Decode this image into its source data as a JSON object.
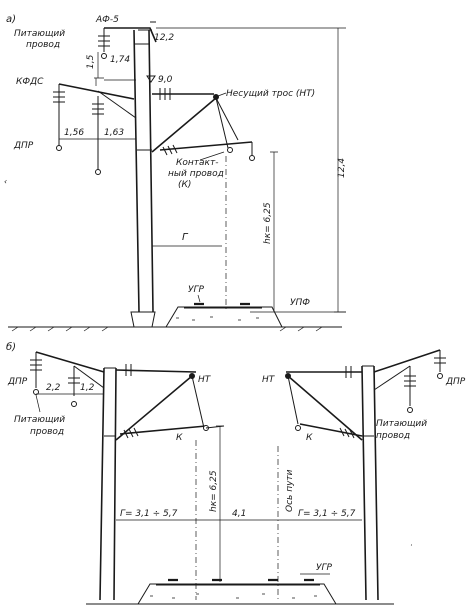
{
  "a": {
    "panel_label": "а)",
    "af5": "АФ-5",
    "feeder_wire": [
      "Питающий",
      "провод"
    ],
    "dim_12_2": "12,2",
    "dim_1_5": "1,5",
    "dim_1_74": "1,74",
    "kfds": "КФДС",
    "dim_9_0": "9,0",
    "messenger": "Несущий трос (НТ)",
    "dpr": "ДПР",
    "dim_1_56": "1,56",
    "dim_1_63": "1,63",
    "contact_wire": [
      "Контакт-",
      "ный провод",
      "(К)"
    ],
    "hk": "hк= 6,25",
    "dim_12_4": "12,4",
    "gauge": "Г",
    "ugr": "УГР",
    "upf": "УПФ"
  },
  "b": {
    "panel_label": "б)",
    "dpr_left": "ДПР",
    "dpr_right": "ДПР",
    "dim_2_2": "2,2",
    "dim_1_2": "1,2",
    "feeder_left": [
      "Питающий",
      "провод"
    ],
    "feeder_right": [
      "Питающий",
      "провод"
    ],
    "nt_left": "НТ",
    "nt_right": "НТ",
    "k_left": "К",
    "k_right": "К",
    "hk": "hк= 6,25",
    "track_axis": "Ось пути",
    "gauge_left": "Г= 3,1 ÷ 5,7",
    "gauge_right": "Г= 3,1 ÷ 5,7",
    "track_spacing": "4,1",
    "ugr": "УГР"
  }
}
